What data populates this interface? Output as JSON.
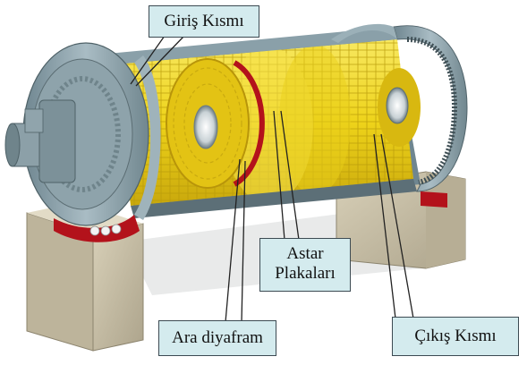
{
  "labels": {
    "inlet": "Giriş Kısmı",
    "liners_line1": "Astar",
    "liners_line2": "Plakaları",
    "diaphragm": "Ara diyafram",
    "outlet": "Çıkış Kısmı"
  },
  "colors": {
    "callout_fill": "#d4ebee",
    "liner_yellow": "#f2dd1c",
    "steel": "#8fa4ad",
    "concrete": "#c9c0a6",
    "red_seal": "#b3121b"
  }
}
